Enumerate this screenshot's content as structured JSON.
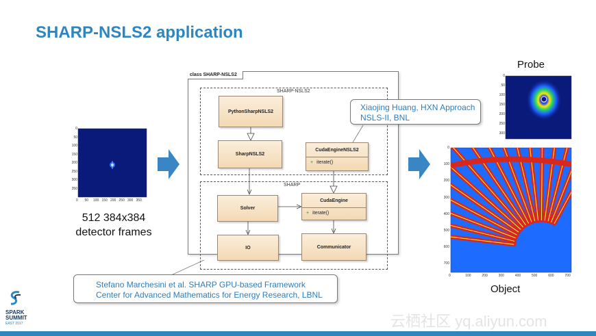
{
  "slide": {
    "title": "SHARP-NSLS2 application"
  },
  "left_panel": {
    "caption_line1": "512 384x384",
    "caption_line2": "detector frames",
    "y_ticks": [
      "0",
      "50",
      "100",
      "150",
      "200",
      "250",
      "300",
      "350"
    ],
    "x_ticks": [
      "0",
      "50",
      "100",
      "150",
      "200",
      "250",
      "300",
      "350"
    ]
  },
  "uml": {
    "frame_label": "class SHARP-NSLS2",
    "package_top": "SHARP-NSLS2",
    "package_bottom": "SHARP",
    "classes": {
      "python_sharp": "PythonSharpNSLS2",
      "sharp_nsls2": "SharpNSLS2",
      "cuda_engine_nsls2": "CudaEngineNSLS2",
      "cuda_engine_nsls2_method": "iterate()",
      "solver": "Solver",
      "cuda_engine": "CudaEngine",
      "cuda_engine_method": "iterate()",
      "io": "IO",
      "communicator": "Communicator"
    },
    "method_marker": "+"
  },
  "callouts": {
    "top_line1": "Xiaojing Huang, HXN Approach",
    "top_line2": "NSLS-II, BNL",
    "bottom_line1": "Stefano Marchesini et al. SHARP GPU-based Framework",
    "bottom_line2": "Center for Advanced Mathematics for Energy Research, LBNL"
  },
  "right_panel": {
    "probe_label": "Probe",
    "object_label": "Object",
    "probe_y_ticks": [
      "0",
      "50",
      "100",
      "150",
      "200",
      "250",
      "300"
    ],
    "object_y_ticks": [
      "0",
      "100",
      "200",
      "300",
      "400",
      "500",
      "600",
      "700"
    ],
    "object_x_ticks": [
      "0",
      "100",
      "200",
      "300",
      "400",
      "500",
      "600",
      "700"
    ]
  },
  "logo": {
    "line1": "SPARK",
    "line2": "SUMMIT",
    "line3": "EAST 2017"
  },
  "watermark": "云栖社区 yq.aliyun.com",
  "colors": {
    "title": "#2e86c1",
    "callout_text": "#2e7dbd",
    "arrow": "#3a86c4",
    "bar": "#2e86c1"
  }
}
